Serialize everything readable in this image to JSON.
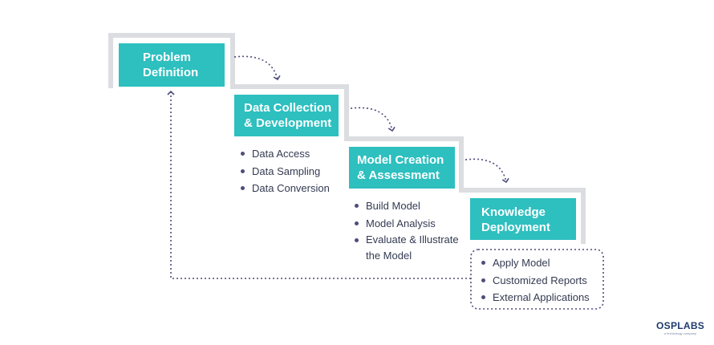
{
  "steps": [
    {
      "title_line1": "Problem",
      "title_line2": "Definition",
      "items": []
    },
    {
      "title_line1": "Data Collection",
      "title_line2": "& Development",
      "items": [
        "Data Access",
        "Data Sampling",
        "Data Conversion"
      ]
    },
    {
      "title_line1": "Model Creation",
      "title_line2": "& Assessment",
      "items": [
        "Build Model",
        "Model Analysis",
        "Evaluate & Illustrate the Model"
      ]
    },
    {
      "title_line1": "Knowledge",
      "title_line2": "Deployment",
      "items": [
        "Apply Model",
        "Customized Reports",
        "External Applications"
      ]
    }
  ],
  "logo": {
    "text": "OSPLABS",
    "tagline": "a technology company"
  },
  "colors": {
    "box": "#2ebfbf",
    "frame": "#dcdde1",
    "arrow": "#4e4d7a",
    "text": "#333b52"
  }
}
